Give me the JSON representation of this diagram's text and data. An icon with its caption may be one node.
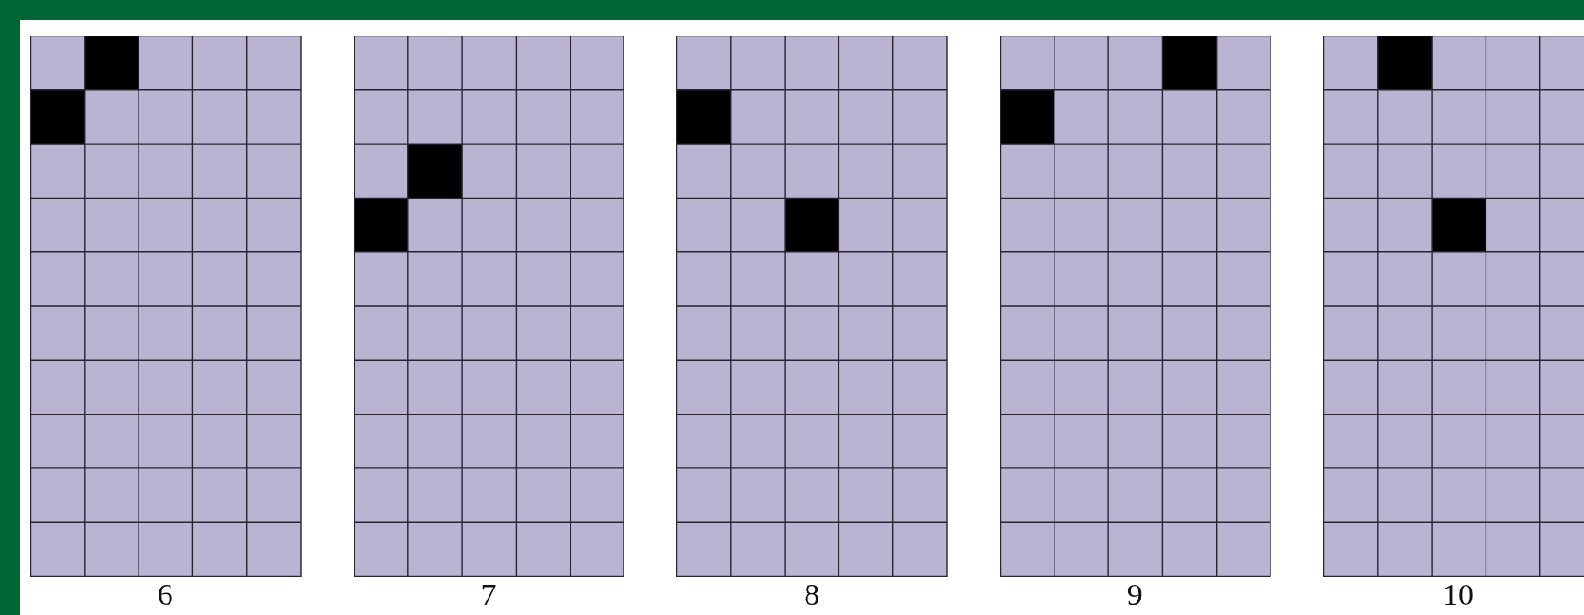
{
  "diagram": {
    "labels": [
      "6",
      "7",
      "8",
      "9",
      "10"
    ]
  }
}
